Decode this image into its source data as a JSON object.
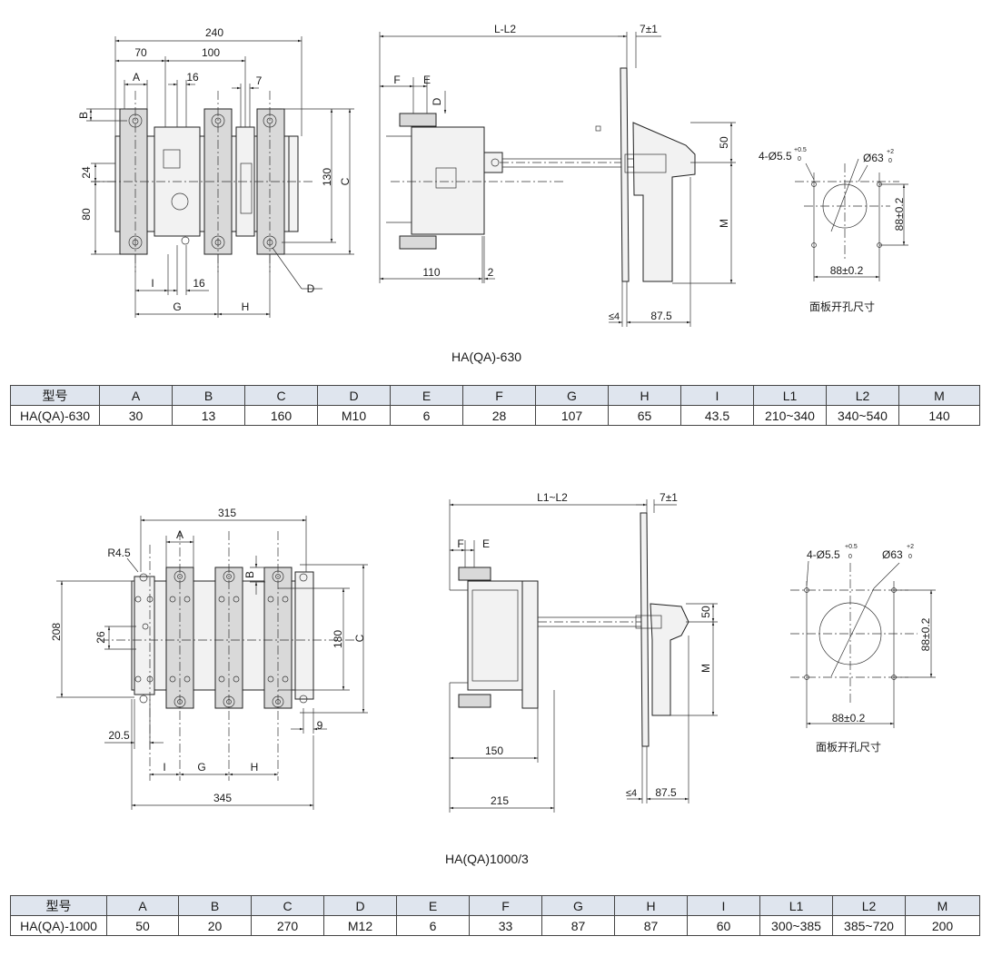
{
  "top": {
    "front_dims": {
      "d240": "240",
      "d70": "70",
      "d100": "100",
      "d16a": "16",
      "d7": "7",
      "A": "A",
      "B": "B",
      "d24": "24",
      "d80": "80",
      "d130": "130",
      "C": "C",
      "I": "I",
      "d16b": "16",
      "G": "G",
      "H": "H",
      "D": "D"
    },
    "side_dims": {
      "LL2": "L-L2",
      "d7pm1": "7±1",
      "F": "F",
      "E": "E",
      "D": "D",
      "d50": "50",
      "M": "M",
      "d110": "110",
      "d2": "2",
      "le4": "≤4",
      "d875": "87.5"
    },
    "panel": {
      "holes": "4-Ø5.5",
      "holes_tol_up": "+0.5",
      "holes_tol_dn": "0",
      "dia": "Ø63",
      "dia_tol_up": "+2",
      "dia_tol_dn": "0",
      "vert": "88±0.2",
      "horiz": "88±0.2",
      "caption": "面板开孔尺寸"
    },
    "caption": "HA(QA)-630"
  },
  "table1": {
    "headers": [
      "型号",
      "A",
      "B",
      "C",
      "D",
      "E",
      "F",
      "G",
      "H",
      "I",
      "L1",
      "L2",
      "M"
    ],
    "row": [
      "HA(QA)-630",
      "30",
      "13",
      "160",
      "M10",
      "6",
      "28",
      "107",
      "65",
      "43.5",
      "210~340",
      "340~540",
      "140"
    ]
  },
  "bottom": {
    "front_dims": {
      "d315": "315",
      "A": "A",
      "R": "R4.5",
      "B": "B",
      "d208": "208",
      "d26": "26",
      "d180": "180",
      "C": "C",
      "d205": "20.5",
      "d9": "9",
      "I": "I",
      "G": "G",
      "H": "H",
      "d345": "345"
    },
    "side_dims": {
      "L1L2": "L1~L2",
      "d7pm1": "7±1",
      "F": "F",
      "E": "E",
      "d50": "50",
      "M": "M",
      "d150": "150",
      "d215": "215",
      "le4": "≤4",
      "d875": "87.5"
    },
    "panel": {
      "holes": "4-Ø5.5",
      "holes_tol_up": "+0.5",
      "holes_tol_dn": "0",
      "dia": "Ø63",
      "dia_tol_up": "+2",
      "dia_tol_dn": "0",
      "vert": "88±0.2",
      "horiz": "88±0.2",
      "caption": "面板开孔尺寸"
    },
    "caption": "HA(QA)1000/3"
  },
  "table2": {
    "headers": [
      "型号",
      "A",
      "B",
      "C",
      "D",
      "E",
      "F",
      "G",
      "H",
      "I",
      "L1",
      "L2",
      "M"
    ],
    "row": [
      "HA(QA)-1000",
      "50",
      "20",
      "270",
      "M12",
      "6",
      "33",
      "87",
      "87",
      "60",
      "300~385",
      "385~720",
      "200"
    ]
  }
}
